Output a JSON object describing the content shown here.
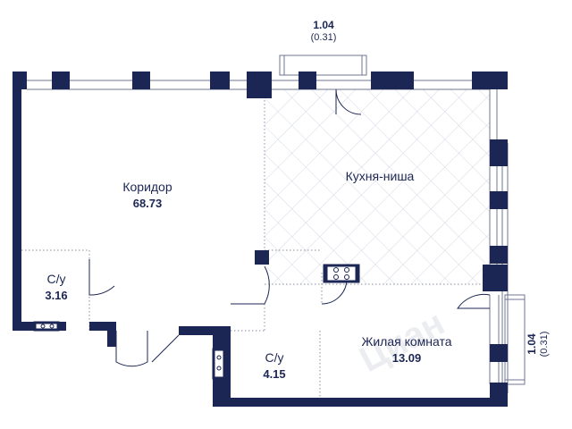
{
  "colors": {
    "wall": "#1c2654",
    "line": "#6f7690",
    "dotted": "#8b90a6",
    "tile": "#c9cede"
  },
  "rooms": {
    "corridor": {
      "name": "Коридор",
      "area": "68.73"
    },
    "kitchen": {
      "name": "Кухня-ниша",
      "area": ""
    },
    "bath1": {
      "name": "С/у",
      "area": "3.16"
    },
    "bath2": {
      "name": "С/у",
      "area": "4.15"
    },
    "living": {
      "name": "Жилая комната",
      "area": "13.09"
    }
  },
  "balconies": {
    "top": {
      "size": "1.04",
      "sub": "(0.31)"
    },
    "right": {
      "size": "1.04",
      "sub": "(0.31)"
    }
  }
}
